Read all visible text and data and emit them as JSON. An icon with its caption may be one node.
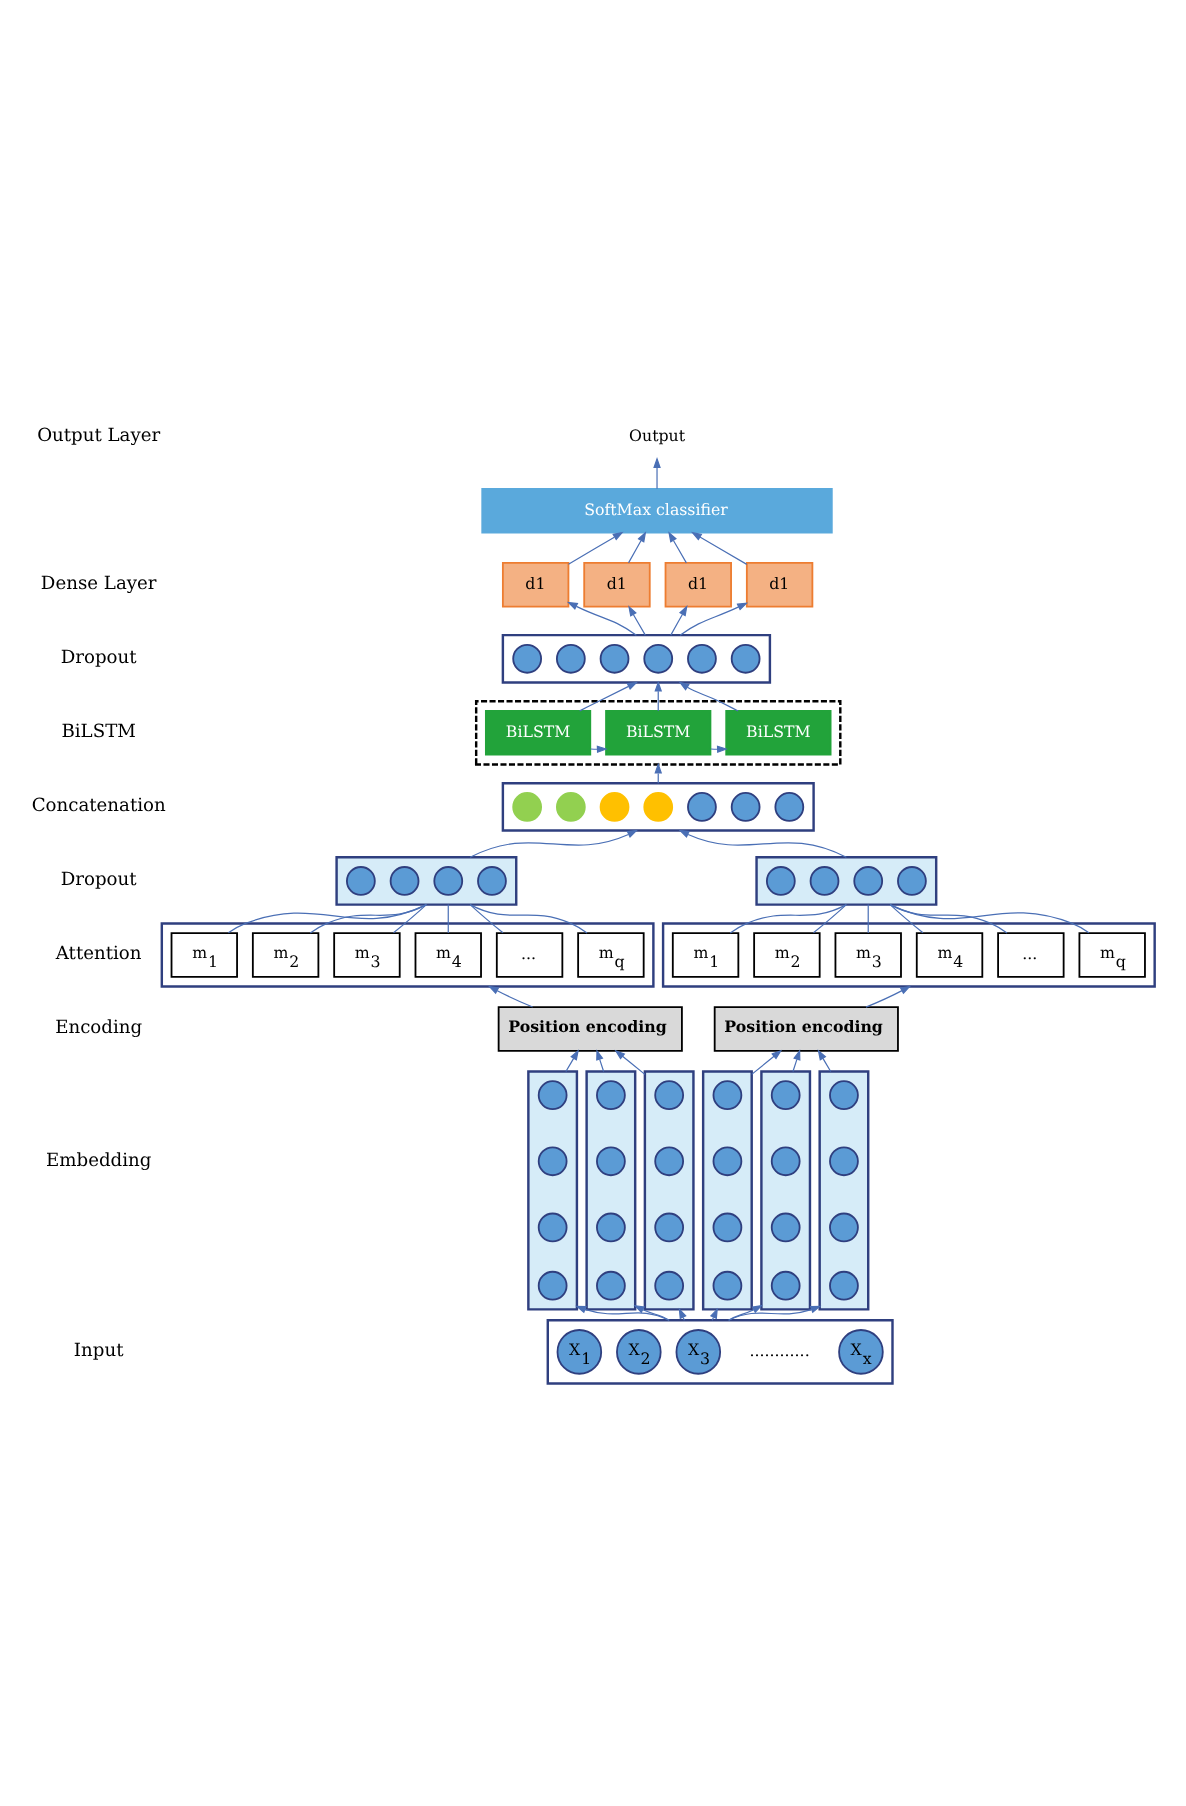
{
  "diagram": {
    "nodes": [
      {
        "text": [
          "Output"
        ]
      },
      {
        "text": [
          "SoftMax classifier"
        ]
      },
      {
        "text": [
          "d1"
        ]
      },
      {
        "text": [
          "d1"
        ]
      },
      {
        "text": [
          "d1"
        ]
      },
      {
        "text": [
          "d1"
        ]
      },
      {
        "text": [],
        "shape": "box"
      },
      {
        "text": [],
        "shape": "circle",
        "in": 6
      },
      {
        "text": [],
        "shape": "circle",
        "in": 6
      },
      {
        "text": [],
        "shape": "circle",
        "in": 6
      },
      {
        "text": [],
        "shape": "circle",
        "in": 6
      },
      {
        "text": [],
        "shape": "circle",
        "in": 6
      },
      {
        "text": [],
        "shape": "circle",
        "in": 6
      },
      {
        "text": [],
        "shape": "box"
      },
      {
        "text": [
          "BiLSTM"
        ],
        "in": 13
      },
      {
        "text": [
          "BiLSTM"
        ],
        "in": 13
      },
      {
        "text": [
          "BiLSTM"
        ],
        "in": 13
      },
      {
        "text": [],
        "shape": "box"
      },
      {
        "text": [],
        "shape": "circle",
        "in": 17
      },
      {
        "text": [],
        "shape": "circle",
        "in": 17
      },
      {
        "text": [],
        "shape": "circle",
        "in": 17
      },
      {
        "text": [],
        "shape": "circle",
        "in": 17
      },
      {
        "text": [],
        "shape": "circle",
        "in": 17
      },
      {
        "text": [],
        "shape": "circle",
        "in": 17
      },
      {
        "text": [],
        "shape": "circle",
        "in": 17
      },
      {
        "text": [],
        "shape": "box"
      },
      {
        "text": [],
        "shape": "circle",
        "in": 25
      },
      {
        "text": [],
        "shape": "circle",
        "in": 25
      },
      {
        "text": [],
        "shape": "circle",
        "in": 25
      },
      {
        "text": [],
        "shape": "circle",
        "in": 25
      },
      {
        "text": [],
        "shape": "box"
      },
      {
        "text": [],
        "shape": "circle",
        "in": 30
      },
      {
        "text": [],
        "shape": "circle",
        "in": 30
      },
      {
        "text": [],
        "shape": "circle",
        "in": 30
      },
      {
        "text": [],
        "shape": "circle",
        "in": 30
      },
      {
        "text": [],
        "shape": "box"
      },
      {
        "text": [
          "m$_{1}$"
        ],
        "in": 35
      },
      {
        "text": [
          "m$_{2}$"
        ],
        "in": 35
      },
      {
        "text": [
          "m$_{3}$"
        ],
        "in": 35
      },
      {
        "text": [
          "m$_{4}$"
        ],
        "in": 35
      },
      {
        "text": [
          "..."
        ],
        "in": 35
      },
      {
        "text": [
          "m$_{q}$"
        ],
        "in": 35
      },
      {
        "text": [],
        "shape": "box"
      },
      {
        "text": [
          "m$_{1}$"
        ],
        "in": 42
      },
      {
        "text": [
          "m$_{2}$"
        ],
        "in": 42
      },
      {
        "text": [
          "m$_{3}$"
        ],
        "in": 42
      },
      {
        "text": [
          "m$_{4}$"
        ],
        "in": 42
      },
      {
        "text": [
          "..."
        ],
        "in": 42
      },
      {
        "text": [
          "m$_{q}$"
        ],
        "in": 42
      },
      {
        "text": [
          "Position encoding"
        ]
      },
      {
        "text": [
          "Position encoding"
        ]
      },
      {
        "text": [],
        "shape": "box"
      },
      {
        "text": [],
        "shape": "circle",
        "in": 51
      },
      {
        "text": [],
        "shape": "circle",
        "in": 51
      },
      {
        "text": [],
        "shape": "circle",
        "in": 51
      },
      {
        "text": [],
        "shape": "circle",
        "in": 51
      },
      {
        "text": [],
        "shape": "box"
      },
      {
        "text": [],
        "shape": "circle",
        "in": 56
      },
      {
        "text": [],
        "shape": "circle",
        "in": 56
      },
      {
        "text": [],
        "shape": "circle",
        "in": 56
      },
      {
        "text": [],
        "shape": "circle",
        "in": 56
      },
      {
        "text": [],
        "shape": "box"
      },
      {
        "text": [],
        "shape": "circle",
        "in": 61
      },
      {
        "text": [],
        "shape": "circle",
        "in": 61
      },
      {
        "text": [],
        "shape": "circle",
        "in": 61
      },
      {
        "text": [],
        "shape": "circle",
        "in": 61
      },
      {
        "text": [],
        "shape": "box"
      },
      {
        "text": [],
        "shape": "circle",
        "in": 66
      },
      {
        "text": [],
        "shape": "circle",
        "in": 66
      },
      {
        "text": [],
        "shape": "circle",
        "in": 66
      },
      {
        "text": [],
        "shape": "circle",
        "in": 66
      },
      {
        "text": [],
        "shape": "box"
      },
      {
        "text": [],
        "shape": "circle",
        "in": 71
      },
      {
        "text": [],
        "shape": "circle",
        "in": 71
      },
      {
        "text": [],
        "shape": "circle",
        "in": 71
      },
      {
        "text": [],
        "shape": "circle",
        "in": 71
      },
      {
        "text": [],
        "shape": "box"
      },
      {
        "text": [],
        "shape": "circle",
        "in": 76
      },
      {
        "text": [],
        "shape": "circle",
        "in": 76
      },
      {
        "text": [],
        "shape": "circle",
        "in": 76
      },
      {
        "text": [],
        "shape": "circle",
        "in": 76
      },
      {
        "text": [],
        "shape": "box"
      },
      {
        "text": [
          "X$_{1}$"
        ],
        "in": 81
      },
      {
        "text": [
          "X$_{2}$"
        ],
        "in": 81
      },
      {
        "text": [
          "X$_{3}$"
        ],
        "in": 81
      },
      {
        "text": [
          "X$_{x}$"
        ],
        "in": 81
      }
    ],
    "edges": [
      {
        "from": 1,
        "to": 0,
        "arrow": "to"
      },
      {
        "from": 2,
        "to": 1,
        "arrow": "to"
      },
      {
        "from": 3,
        "to": 1,
        "arrow": "to"
      },
      {
        "from": 4,
        "to": 1,
        "arrow": "to"
      },
      {
        "from": 5,
        "to": 1,
        "arrow": "to"
      },
      {
        "from": 6,
        "to": 2,
        "arrow": "to"
      },
      {
        "from": 6,
        "to": 3,
        "arrow": "to"
      },
      {
        "from": 6,
        "to": 4,
        "arrow": "to"
      },
      {
        "from": 6,
        "to": 5,
        "arrow": "to"
      },
      {
        "from": 14,
        "to": 6,
        "arrow": "to"
      },
      {
        "from": 15,
        "to": 6,
        "arrow": "to"
      },
      {
        "from": 16,
        "to": 6,
        "arrow": "to"
      },
      {
        "from": 14,
        "to": 15,
        "arrow": "to"
      },
      {
        "from": 15,
        "to": 16,
        "arrow": "to"
      },
      {
        "from": 17,
        "to": 13,
        "arrow": "to"
      },
      {
        "from": 25,
        "to": 17,
        "arrow": "to"
      },
      {
        "from": 30,
        "to": 17,
        "arrow": "to"
      },
      {
        "from": 36,
        "to": 25,
        "arrow": "none"
      },
      {
        "from": 37,
        "to": 25,
        "arrow": "none"
      },
      {
        "from": 38,
        "to": 25,
        "arrow": "none"
      },
      {
        "from": 39,
        "to": 25,
        "arrow": "none"
      },
      {
        "from": 40,
        "to": 25,
        "arrow": "none"
      },
      {
        "from": 41,
        "to": 25,
        "arrow": "none"
      },
      {
        "from": 43,
        "to": 30,
        "arrow": "none"
      },
      {
        "from": 44,
        "to": 30,
        "arrow": "none"
      },
      {
        "from": 45,
        "to": 30,
        "arrow": "none"
      },
      {
        "from": 46,
        "to": 30,
        "arrow": "none"
      },
      {
        "from": 47,
        "to": 30,
        "arrow": "none"
      },
      {
        "from": 48,
        "to": 30,
        "arrow": "none"
      },
      {
        "from": 49,
        "to": 35,
        "arrow": "to"
      },
      {
        "from": 50,
        "to": 42,
        "arrow": "to"
      },
      {
        "from": 51,
        "to": 49,
        "arrow": "to"
      },
      {
        "from": 56,
        "to": 49,
        "arrow": "to"
      },
      {
        "from": 61,
        "to": 49,
        "arrow": "to"
      },
      {
        "from": 66,
        "to": 50,
        "arrow": "to"
      },
      {
        "from": 71,
        "to": 50,
        "arrow": "to"
      },
      {
        "from": 76,
        "to": 50,
        "arrow": "to"
      },
      {
        "from": 81,
        "to": 51,
        "arrow": "to"
      },
      {
        "from": 81,
        "to": 56,
        "arrow": "to"
      },
      {
        "from": 81,
        "to": 61,
        "arrow": "to"
      },
      {
        "from": 81,
        "to": 66,
        "arrow": "to"
      },
      {
        "from": 81,
        "to": 71,
        "arrow": "to"
      },
      {
        "from": 81,
        "to": 76,
        "arrow": "to"
      }
    ],
    "labels": [
      "Output Layer",
      "Dense Layer",
      "Dropout",
      "BiLSTM",
      "Concatenation",
      "Dropout",
      "Attention",
      "Encoding",
      "Embedding",
      "Input",
      "............"
    ]
  }
}
